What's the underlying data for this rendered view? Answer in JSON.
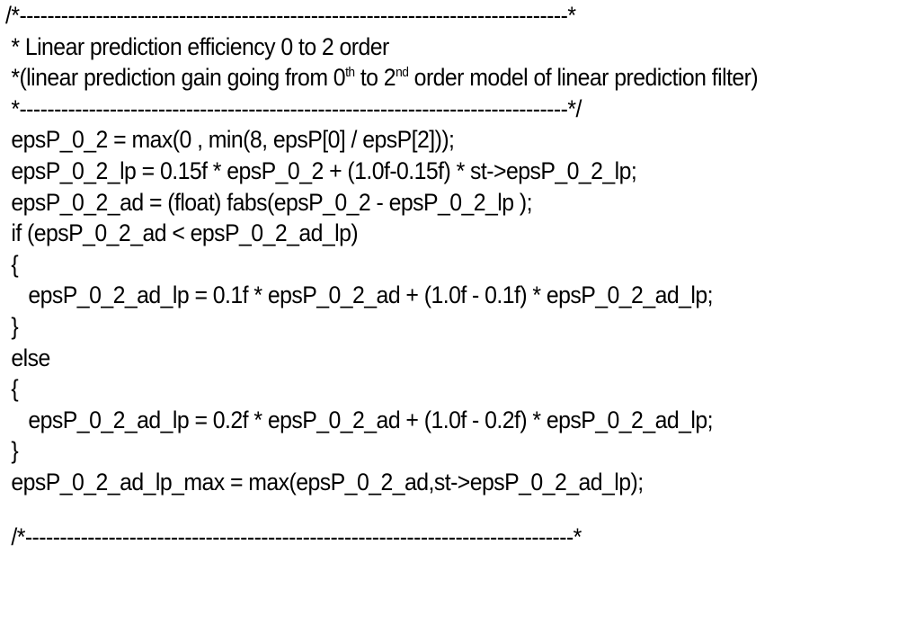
{
  "code": {
    "lines": {
      "l01": "/*-------------------------------------------------------------------------------*",
      "l02": " * Linear prediction efficiency 0 to 2 order",
      "l03": {
        "a": " *(linear prediction gain going from 0",
        "sup1": "th",
        "b": " to 2",
        "sup2": "nd",
        "c": " order model of linear prediction filter)"
      },
      "l04": " *-------------------------------------------------------------------------------*/",
      "l05": " epsP_0_2 = max(0 , min(8, epsP[0] / epsP[2]));",
      "l06": " epsP_0_2_lp = 0.15f * epsP_0_2 + (1.0f-0.15f) * st->epsP_0_2_lp;",
      "l07": " epsP_0_2_ad = (float) fabs(epsP_0_2 - epsP_0_2_lp );",
      "l08": " if (epsP_0_2_ad < epsP_0_2_ad_lp)",
      "l09": " {",
      "l10": "    epsP_0_2_ad_lp = 0.1f * epsP_0_2_ad + (1.0f - 0.1f) * epsP_0_2_ad_lp;",
      "l11": " }",
      "l12": " else",
      "l13": " {",
      "l14": "    epsP_0_2_ad_lp = 0.2f * epsP_0_2_ad + (1.0f - 0.2f) * epsP_0_2_ad_lp;",
      "l15": " }",
      "l16": " epsP_0_2_ad_lp_max = max(epsP_0_2_ad,st->epsP_0_2_ad_lp);",
      "l17": " /*-------------------------------------------------------------------------------*"
    }
  }
}
